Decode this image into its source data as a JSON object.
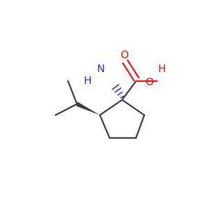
{
  "molecule": {
    "atoms": {
      "nh2_n": "N",
      "nh2_h": "H",
      "oh_o": "O",
      "oh_h": "H",
      "carbonyl_o": "O"
    },
    "colors": {
      "bond": "#3a3a3a",
      "oxygen": "#ee1111",
      "nitrogen": "#2b2bd9"
    }
  }
}
